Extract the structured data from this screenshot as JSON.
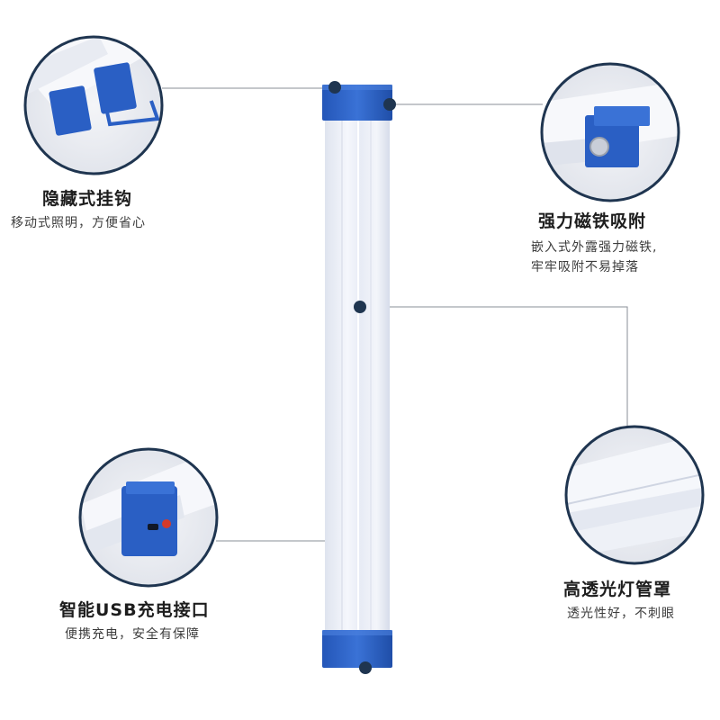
{
  "features": {
    "hook": {
      "title": "隐藏式挂钩",
      "desc": "移动式照明，方便省心"
    },
    "magnet": {
      "title": "强力磁铁吸附",
      "desc_line1": "嵌入式外露强力磁铁,",
      "desc_line2": "牢牢吸附不易掉落"
    },
    "cover": {
      "title": "高透光灯管罩",
      "desc": "透光性好，不刺眼"
    },
    "usb": {
      "title": "智能USB充电接口",
      "desc": "便携充电，安全有保障"
    }
  },
  "colors": {
    "cap_blue": "#2a5fc4",
    "tube_white": "#eef1f8",
    "dot_navy": "#1f3550",
    "callout_line": "#8a8f97",
    "usb_accent": "#d43a2a"
  }
}
